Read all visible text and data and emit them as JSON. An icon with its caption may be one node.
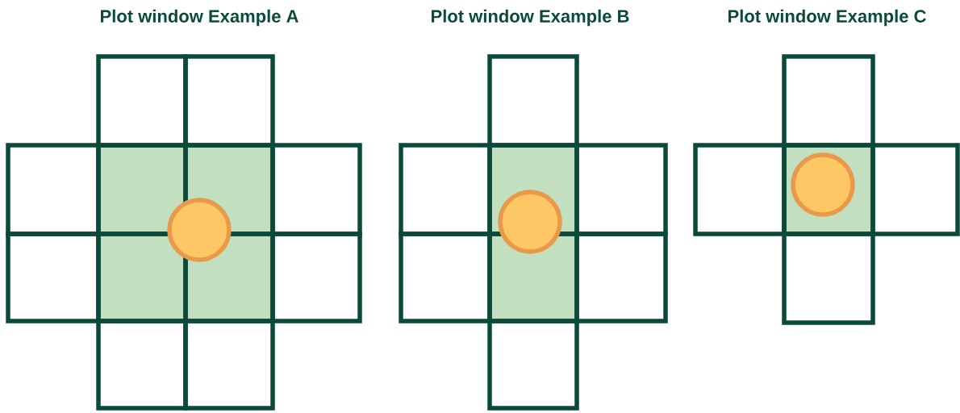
{
  "diagram": {
    "labels": [
      "Plot window Example A",
      "Plot window Example B",
      "Plot window Example C"
    ]
  }
}
